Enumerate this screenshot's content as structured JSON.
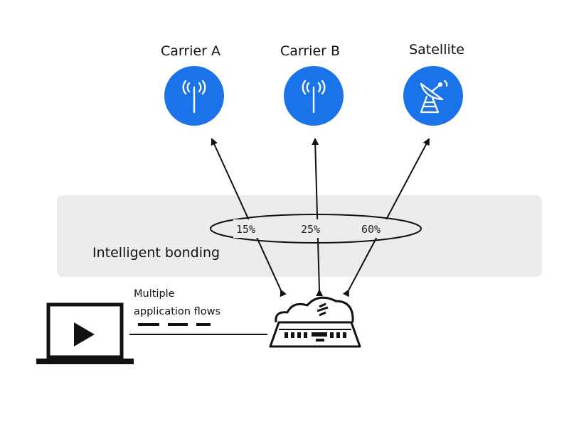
{
  "nodes": [
    {
      "label": "Carrier A",
      "icon": "cell-tower-icon"
    },
    {
      "label": "Carrier B",
      "icon": "cell-tower-icon"
    },
    {
      "label": "Satellite",
      "icon": "satellite-dish-icon"
    }
  ],
  "bonding": {
    "label": "Intelligent bonding",
    "shares": [
      "15%",
      "25%",
      "60%"
    ]
  },
  "flows": {
    "line1": "Multiple",
    "line2": "application flows"
  },
  "device": {
    "icon": "router-cloud-icon"
  },
  "endpoint": {
    "icon": "laptop-video-icon"
  },
  "colors": {
    "accent": "#1a73e8",
    "band": "#ececec",
    "ink": "#111111"
  }
}
